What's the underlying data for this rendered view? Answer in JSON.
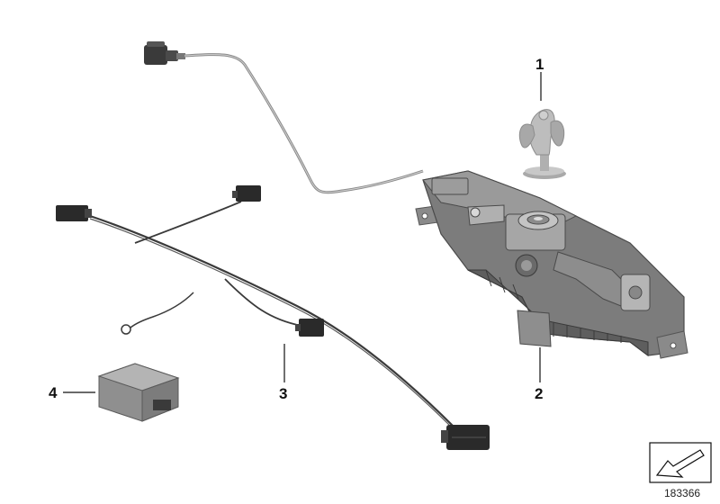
{
  "callouts": [
    {
      "id": "1",
      "label": "1"
    },
    {
      "id": "2",
      "label": "2"
    },
    {
      "id": "3",
      "label": "3"
    },
    {
      "id": "4",
      "label": "4"
    }
  ],
  "diagram_ref": "183366",
  "colors": {
    "cable": "#7a7a7a",
    "connector": "#2a2a2a",
    "housing": "#6f6f6f",
    "module": "#9e9e9e",
    "emblem": "#b8b8b8"
  }
}
